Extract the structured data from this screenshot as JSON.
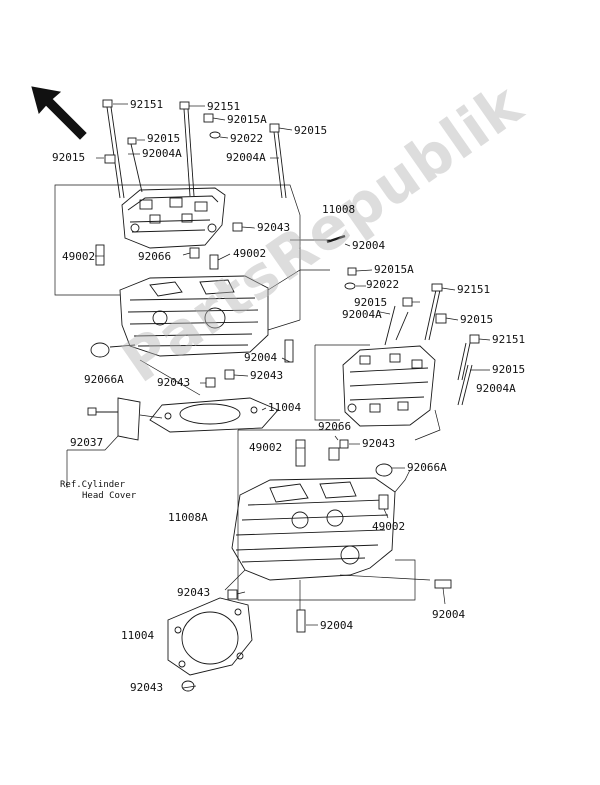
{
  "watermark": "PartsRepublik",
  "labels": {
    "l01": "92151",
    "l02": "92151",
    "l03": "92015A",
    "l04": "92015",
    "l05": "92022",
    "l06": "92015",
    "l07": "92015",
    "l08": "92004A",
    "l09": "92004A",
    "l10": "11008",
    "l11": "92043",
    "l12": "49002",
    "l13": "92066",
    "l14": "49002",
    "l15": "92004",
    "l16": "92015A",
    "l17": "92022",
    "l18": "92151",
    "l19": "92015",
    "l20": "92004A",
    "l21": "92015",
    "l22": "92151",
    "l23": "92015",
    "l24": "92004A",
    "l25": "92066A",
    "l26": "92004",
    "l27": "92043",
    "l28": "92043",
    "l29": "11004",
    "l30": "92037",
    "l31": "49002",
    "l32": "92066",
    "l33": "92043",
    "l34": "92066A",
    "l35": "49002",
    "l36": "11008A",
    "l37": "92043",
    "l38": "92004",
    "l39": "11004",
    "l40": "92004",
    "l41": "92043"
  },
  "ref_note": {
    "line1": "Ref.Cylinder",
    "line2": "Head Cover"
  },
  "colors": {
    "line": "#1a1a1a",
    "part_fill": "#ffffff",
    "shade": "#d8d8d8",
    "watermark": "#b4b4b4"
  }
}
